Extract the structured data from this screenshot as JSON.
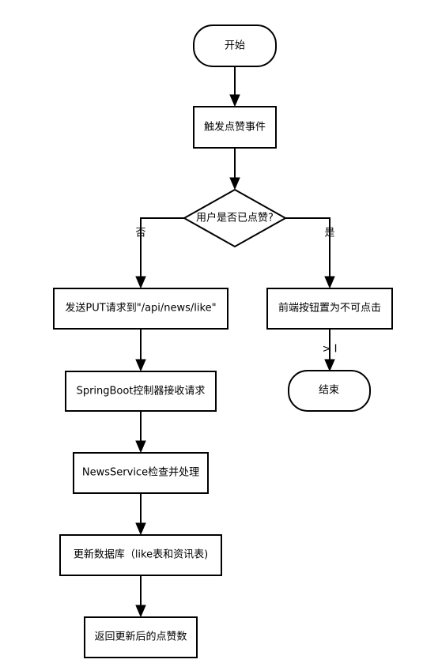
{
  "nodes": {
    "start": "开始",
    "trigger": "触发点赞事件",
    "decision": "用户是否已点赞?",
    "send_put": "发送PUT请求到\"/api/news/like\"",
    "disable_button": "前端按钮置为不可点击",
    "end": "结束",
    "controller": "SpringBoot控制器接收请求",
    "service": "NewsService检查并处理",
    "update_db": "更新数据库（like表和资讯表)",
    "return_count": "返回更新后的点赞数"
  },
  "edges": {
    "no_label": "否",
    "yes_label": "是",
    "extra_label": "> I"
  }
}
